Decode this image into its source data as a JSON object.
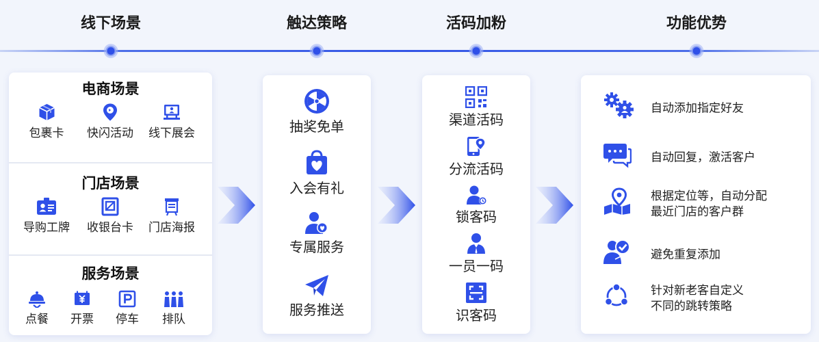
{
  "columns": {
    "offline": "线下场景",
    "reach": "触达策略",
    "qr": "活码加粉",
    "features": "功能优势"
  },
  "scenes": [
    {
      "title": "电商场景",
      "items": [
        {
          "label": "包裹卡",
          "icon": "package-icon"
        },
        {
          "label": "快闪活动",
          "icon": "location-pin-icon"
        },
        {
          "label": "线下展会",
          "icon": "exhibition-icon"
        }
      ]
    },
    {
      "title": "门店场景",
      "items": [
        {
          "label": "导购工牌",
          "icon": "id-badge-icon"
        },
        {
          "label": "收银台卡",
          "icon": "cashier-card-icon"
        },
        {
          "label": "门店海报",
          "icon": "poster-icon"
        }
      ]
    },
    {
      "title": "服务场景",
      "items": [
        {
          "label": "点餐",
          "icon": "dining-bell-icon"
        },
        {
          "label": "开票",
          "icon": "invoice-icon"
        },
        {
          "label": "停车",
          "icon": "parking-icon"
        },
        {
          "label": "排队",
          "icon": "queue-icon"
        }
      ]
    }
  ],
  "reach": [
    {
      "label": "抽奖免单",
      "icon": "lottery-wheel-icon"
    },
    {
      "label": "入会有礼",
      "icon": "gift-bag-icon"
    },
    {
      "label": "专属服务",
      "icon": "exclusive-service-icon"
    },
    {
      "label": "服务推送",
      "icon": "paper-plane-icon"
    }
  ],
  "qr": [
    {
      "label": "渠道活码",
      "icon": "qr-code-icon"
    },
    {
      "label": "分流活码",
      "icon": "phone-location-icon"
    },
    {
      "label": "锁客码",
      "icon": "user-lock-icon"
    },
    {
      "label": "一员一码",
      "icon": "staff-icon"
    },
    {
      "label": "识客码",
      "icon": "scan-frame-icon"
    }
  ],
  "features": [
    {
      "lines": [
        "自动添加指定好友"
      ],
      "icon": "gears-icon"
    },
    {
      "lines": [
        "自动回复，激活客户"
      ],
      "icon": "chat-bubbles-icon"
    },
    {
      "lines": [
        "根据定位等，自动分配",
        "最近门店的客户群"
      ],
      "icon": "map-pin-icon"
    },
    {
      "lines": [
        "避免重复添加"
      ],
      "icon": "user-check-icon"
    },
    {
      "lines": [
        "针对新老客自定义",
        "不同的跳转策略"
      ],
      "icon": "network-icon"
    }
  ],
  "colors": {
    "accent": "#2f50e8",
    "accent_dark": "#1e3cc8",
    "background": "#f2f5fc",
    "card": "#ffffff"
  }
}
